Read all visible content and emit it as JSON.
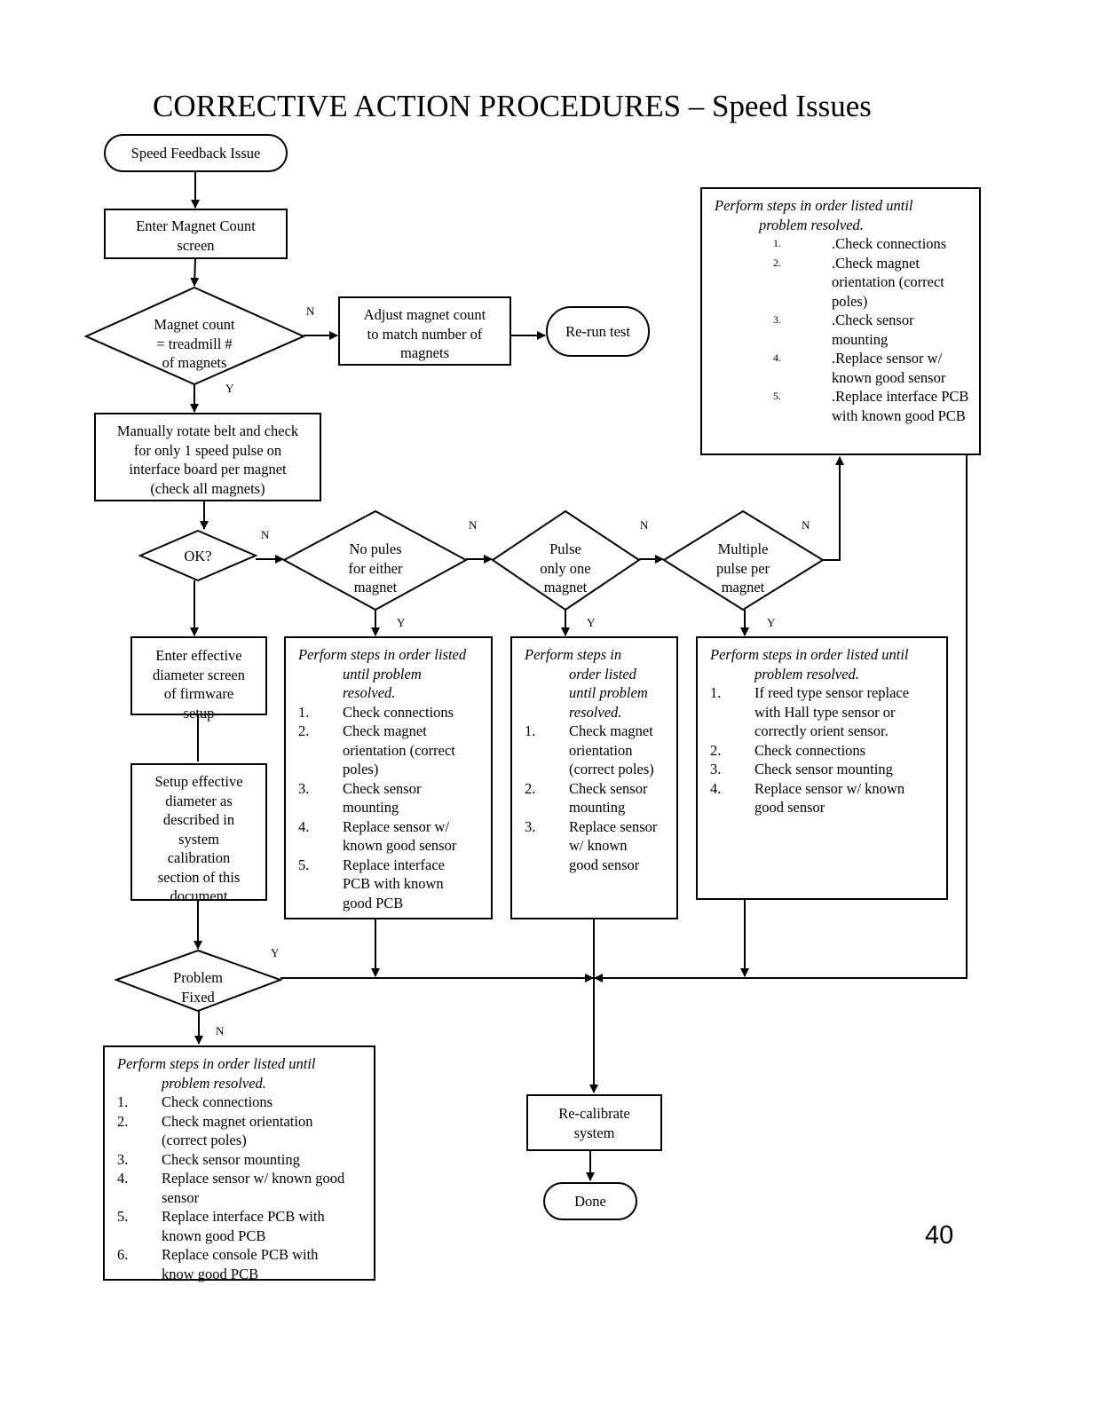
{
  "title": "CORRECTIVE ACTION PROCEDURES – Speed Issues",
  "page_number": "40",
  "nodes": {
    "start": "Speed Feedback Issue",
    "enter_magnet": [
      "Enter Magnet Count",
      "screen"
    ],
    "magnet_count": [
      "Magnet count",
      "= treadmill #",
      "of magnets"
    ],
    "adjust": [
      "Adjust magnet count",
      "to match number of",
      "magnets"
    ],
    "rerun": "Re-run test",
    "rotate": [
      "Manually rotate belt and check",
      "for only 1 speed pulse on",
      "interface board per magnet",
      "(check all magnets)"
    ],
    "ok": "OK?",
    "no_pulses": [
      "No pules",
      "for either",
      "magnet"
    ],
    "pulse_one": [
      "Pulse",
      "only one",
      "magnet"
    ],
    "multiple": [
      "Multiple",
      "pulse per",
      "magnet"
    ],
    "enter_diam": [
      "Enter effective",
      "diameter screen",
      "of firmware",
      "setup"
    ],
    "setup_diam": [
      "Setup effective",
      "diameter as",
      "described in",
      "system",
      "calibration",
      "section of this",
      "document"
    ],
    "problem_fixed": [
      "Problem",
      "Fixed"
    ],
    "recal": [
      "Re-calibrate",
      "system"
    ],
    "done": "Done"
  },
  "labels": {
    "yes": "Y",
    "no": "N"
  },
  "steps_top": {
    "header": [
      "Perform steps in order listed until",
      "problem resolved."
    ],
    "items": [
      {
        "n": "1.",
        "t": [
          ".Check connections"
        ]
      },
      {
        "n": "2.",
        "t": [
          ".Check magnet",
          "orientation (correct",
          "poles)"
        ]
      },
      {
        "n": "3.",
        "t": [
          ".Check sensor",
          "mounting"
        ]
      },
      {
        "n": "4.",
        "t": [
          ".Replace sensor w/",
          "known good sensor"
        ]
      },
      {
        "n": "5.",
        "t": [
          ".Replace interface PCB",
          "with known good PCB"
        ]
      }
    ]
  },
  "steps_no_pulses": {
    "header": [
      "Perform steps in order listed",
      "until problem",
      "resolved."
    ],
    "items": [
      {
        "n": "1.",
        "t": [
          "Check connections"
        ]
      },
      {
        "n": "2.",
        "t": [
          "Check magnet",
          "orientation (correct",
          "poles)"
        ]
      },
      {
        "n": "3.",
        "t": [
          "Check sensor",
          "mounting"
        ]
      },
      {
        "n": "4.",
        "t": [
          "Replace sensor w/",
          "known good sensor"
        ]
      },
      {
        "n": "5.",
        "t": [
          "Replace interface",
          "PCB with known",
          "good PCB"
        ]
      }
    ]
  },
  "steps_pulse_one": {
    "header": [
      "Perform steps in",
      "order listed",
      "until problem",
      "resolved."
    ],
    "items": [
      {
        "n": "1.",
        "t": [
          "Check magnet",
          "orientation",
          "(correct poles)"
        ]
      },
      {
        "n": "2.",
        "t": [
          "Check sensor",
          "mounting"
        ]
      },
      {
        "n": "3.",
        "t": [
          "Replace sensor",
          "w/ known",
          "good sensor"
        ]
      }
    ]
  },
  "steps_multiple": {
    "header": [
      "Perform steps in order listed until",
      "problem resolved."
    ],
    "items": [
      {
        "n": "1.",
        "t": [
          "If reed type sensor replace",
          "with Hall type sensor or",
          "correctly orient sensor."
        ]
      },
      {
        "n": "2.",
        "t": [
          "Check connections"
        ]
      },
      {
        "n": "3.",
        "t": [
          "Check sensor mounting"
        ]
      },
      {
        "n": "4.",
        "t": [
          "Replace sensor w/ known",
          "good sensor"
        ]
      }
    ]
  },
  "steps_bottom": {
    "header": [
      "Perform steps in order listed until",
      "problem resolved."
    ],
    "items": [
      {
        "n": "1.",
        "t": [
          "Check connections"
        ]
      },
      {
        "n": "2.",
        "t": [
          "Check magnet orientation",
          "(correct poles)"
        ]
      },
      {
        "n": "3.",
        "t": [
          "Check sensor mounting"
        ]
      },
      {
        "n": "4.",
        "t": [
          "Replace sensor w/ known good",
          "sensor"
        ]
      },
      {
        "n": "5.",
        "t": [
          "Replace interface PCB with",
          "known good PCB"
        ]
      },
      {
        "n": "6.",
        "t": [
          "Replace console PCB with",
          "know good PCB"
        ]
      }
    ]
  }
}
